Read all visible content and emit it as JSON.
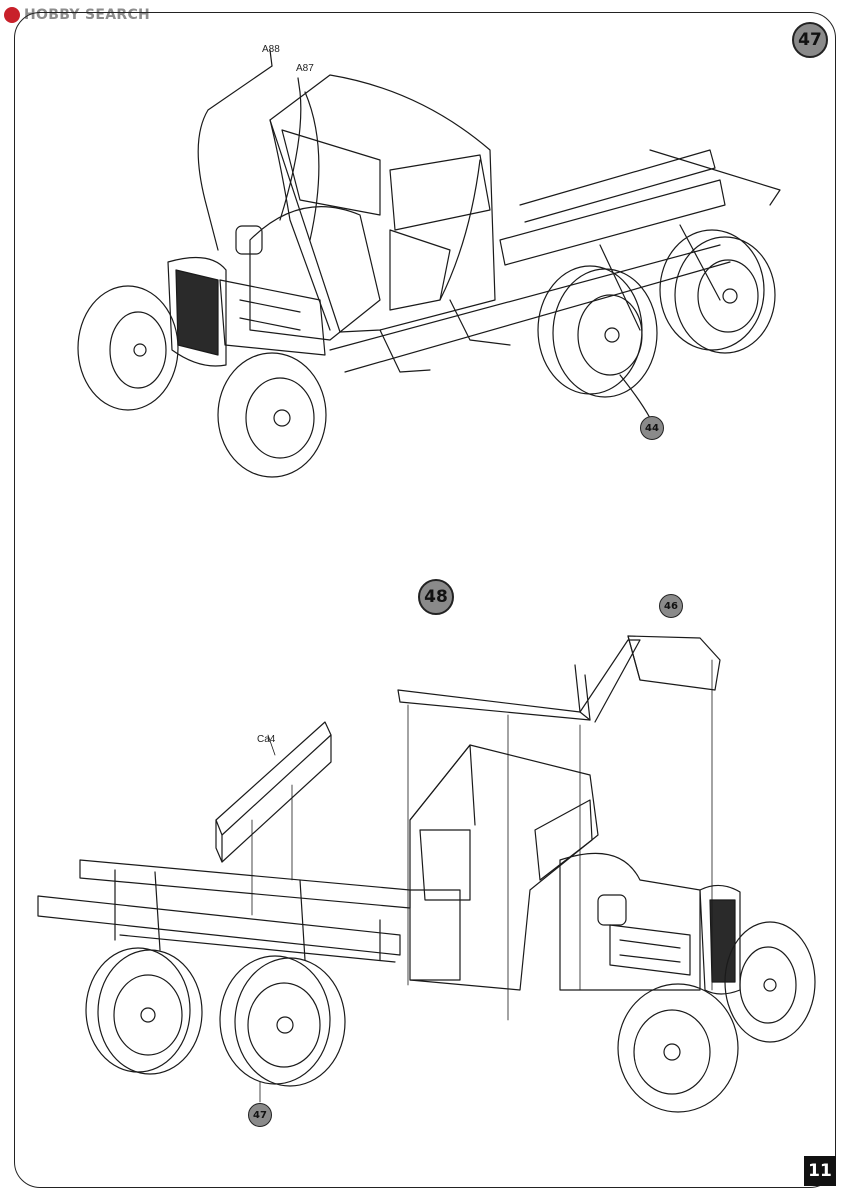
{
  "watermark": {
    "text": "HOBBY SEARCH"
  },
  "steps": {
    "step47": {
      "number": "47",
      "parts": [
        "A88",
        "A87"
      ],
      "ref": "44"
    },
    "step48": {
      "number": "48",
      "parts": [
        "Ca4"
      ],
      "refs": [
        "46",
        "47"
      ]
    }
  },
  "page_number": "11"
}
